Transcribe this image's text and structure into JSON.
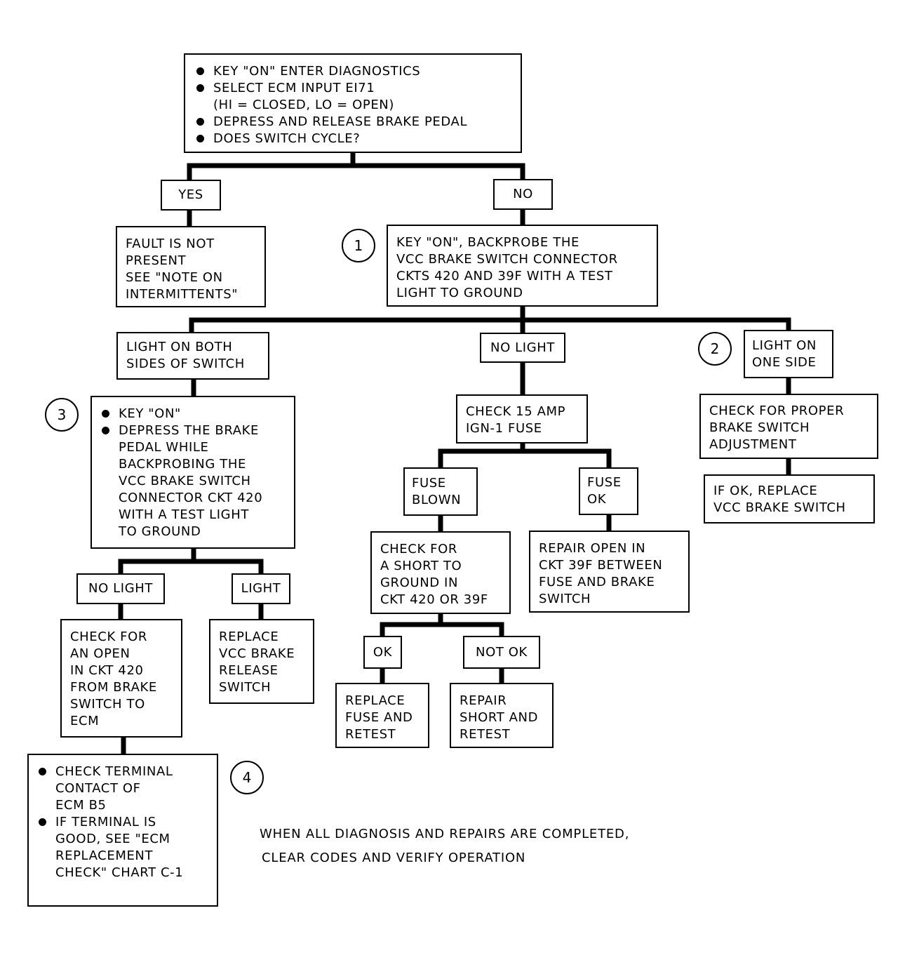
{
  "start": {
    "items": [
      {
        "text": "KEY \"ON\" ENTER DIAGNOSTICS"
      },
      {
        "text": "SELECT ECM INPUT EI71",
        "sub": "(HI = CLOSED, LO = OPEN)"
      },
      {
        "text": "DEPRESS AND RELEASE BRAKE PEDAL"
      },
      {
        "text": "DOES SWITCH CYCLE?"
      }
    ]
  },
  "labels": {
    "yes": "YES",
    "no": "NO",
    "light_both_sides": [
      "LIGHT ON BOTH",
      "SIDES OF SWITCH"
    ],
    "no_light_1": "NO LIGHT",
    "light_one_side": [
      "LIGHT ON",
      "ONE SIDE"
    ],
    "fuse_blown": [
      "FUSE",
      "BLOWN"
    ],
    "fuse_ok": [
      "FUSE",
      "OK"
    ],
    "no_light_2": "NO LIGHT",
    "light": "LIGHT",
    "ok": "OK",
    "not_ok": "NOT OK"
  },
  "boxes": {
    "fault_not_present": [
      "FAULT IS NOT",
      "PRESENT",
      "SEE \"NOTE ON",
      "INTERMITTENTS\""
    ],
    "backprobe": [
      "KEY \"ON\", BACKPROBE THE",
      "VCC BRAKE SWITCH CONNECTOR",
      "CKTS 420 AND 39F WITH A TEST",
      "LIGHT TO GROUND"
    ],
    "depress_brake": [
      "KEY \"ON\"",
      "DEPRESS THE BRAKE\nPEDAL WHILE\nBACKPROBING THE\nVCC BRAKE SWITCH\nCONNECTOR CKT 420\nWITH A TEST LIGHT\nTO GROUND"
    ],
    "check_fuse": [
      "CHECK 15 AMP",
      "IGN-1 FUSE"
    ],
    "check_adjustment": [
      "CHECK FOR PROPER",
      "BRAKE SWITCH",
      "ADJUSTMENT"
    ],
    "replace_vcc_switch": [
      "IF OK, REPLACE",
      "VCC BRAKE SWITCH"
    ],
    "check_short": [
      "CHECK FOR",
      "A SHORT TO",
      "GROUND IN",
      "CKT 420 OR 39F"
    ],
    "repair_open_39f": [
      "REPAIR OPEN IN",
      "CKT 39F BETWEEN",
      "FUSE AND BRAKE",
      "SWITCH"
    ],
    "check_open_420": [
      "CHECK FOR",
      "AN OPEN",
      "IN CKT 420",
      "FROM BRAKE",
      "SWITCH TO",
      "ECM"
    ],
    "replace_release_switch": [
      "REPLACE",
      "VCC BRAKE",
      "RELEASE",
      "SWITCH"
    ],
    "replace_fuse": [
      "REPLACE",
      "FUSE AND",
      "RETEST"
    ],
    "repair_short": [
      "REPAIR",
      "SHORT AND",
      "RETEST"
    ],
    "check_terminal": [
      "CHECK TERMINAL\nCONTACT OF\nECM B5",
      "IF TERMINAL IS\nGOOD, SEE \"ECM\nREPLACEMENT\nCHECK\" CHART C-1"
    ]
  },
  "circles": {
    "c1": "1",
    "c2": "2",
    "c3": "3",
    "c4": "4"
  },
  "note": {
    "line1": "WHEN ALL DIAGNOSIS AND REPAIRS ARE COMPLETED,",
    "line2": "CLEAR CODES AND VERIFY OPERATION"
  }
}
